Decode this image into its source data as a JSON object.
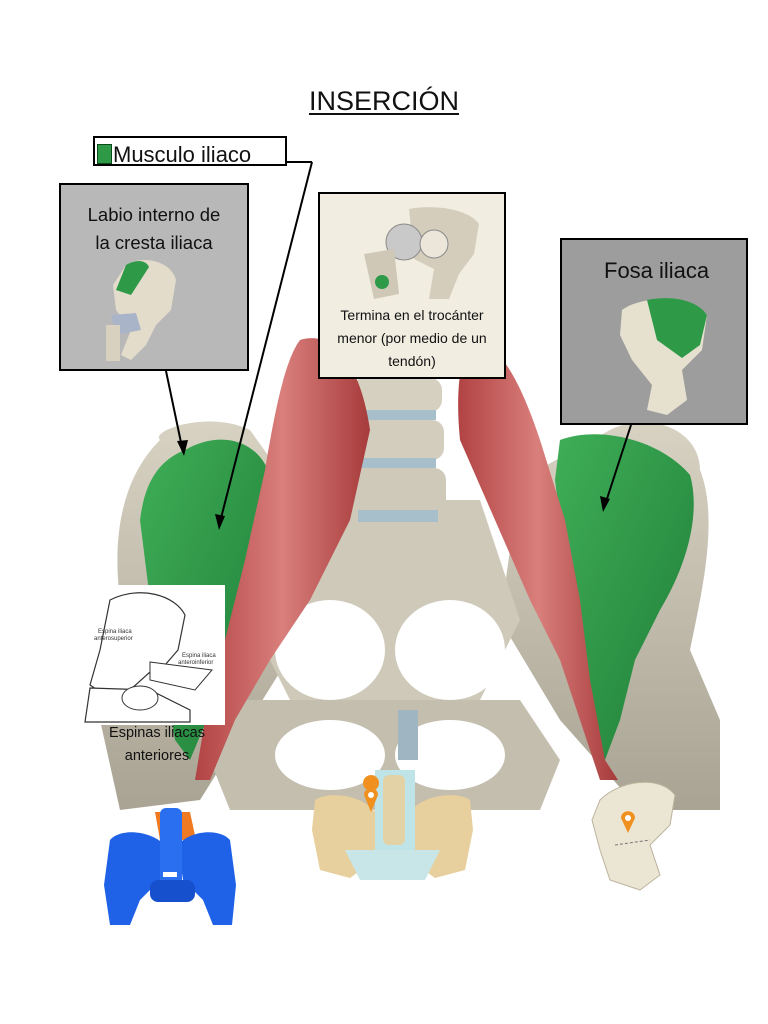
{
  "title": "INSERCIÓN",
  "muscle_label": {
    "text": "Musculo iliaco",
    "swatch_color": "#2e9a48"
  },
  "callouts": {
    "cresta": {
      "line1": "Labio interno de",
      "line2": "la cresta iliaca"
    },
    "trocanter": {
      "line1": "Termina en el trocánter",
      "line2": "menor (por medio de un",
      "line3": "tendón)"
    },
    "fosa": {
      "label": "Fosa iliaca"
    }
  },
  "inset_espinas": {
    "label_superior_1": "Espina iliaca",
    "label_superior_2": "anterosuperior",
    "label_inferior_1": "Espina iliaca",
    "label_inferior_2": "anteroinferior",
    "caption_line1": "Espinas iliacas",
    "caption_line2": "anteriores"
  },
  "colors": {
    "iliacus": "#2e9a48",
    "psoas": "#c45858",
    "bone": "#cbc5b6",
    "location_marker": "#f0901e",
    "blue_pelvis": "#1f62e8"
  },
  "icons": [
    "location-pin-icon",
    "location-pin-icon"
  ]
}
